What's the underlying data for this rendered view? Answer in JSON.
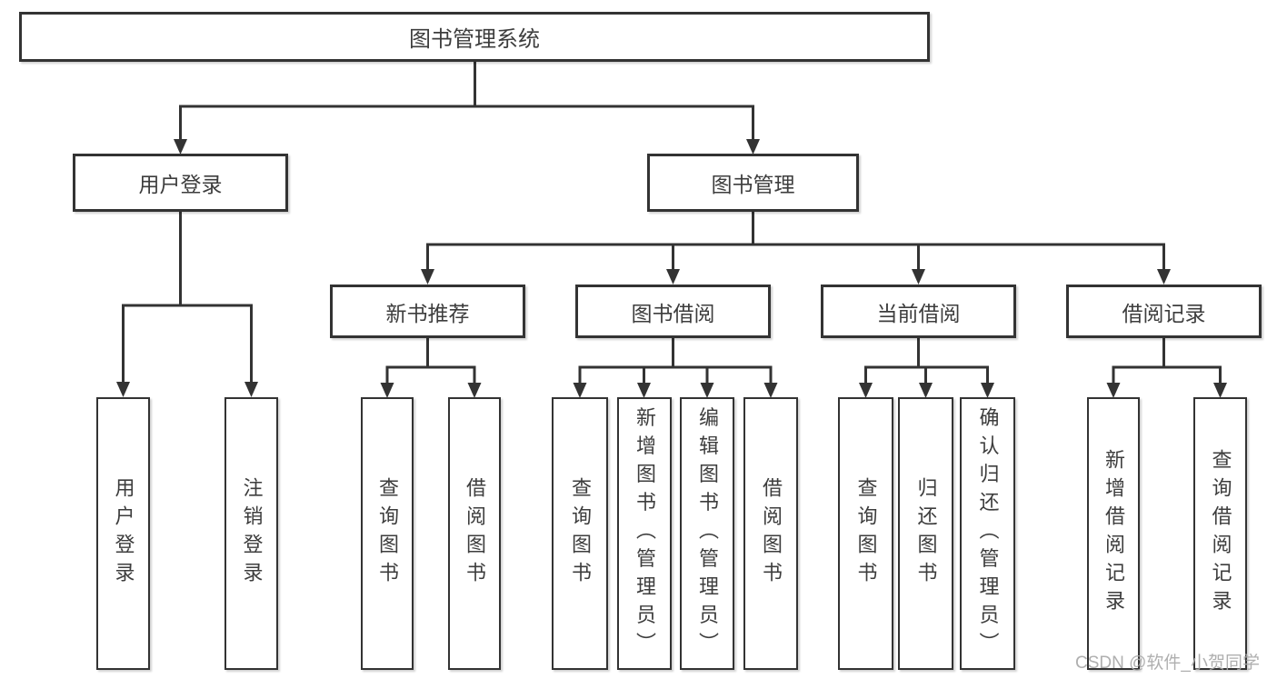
{
  "diagram": {
    "type": "hierarchy-tree",
    "colors": {
      "line": "#333333",
      "text": "#3d3d3d",
      "background": "#ffffff",
      "watermark": "#a8a8a8"
    },
    "tree": {
      "root": {
        "label": "图书管理系统",
        "children": [
          {
            "label": "用户登录",
            "children": [
              {
                "label": "用户登录"
              },
              {
                "label": "注销登录"
              }
            ]
          },
          {
            "label": "图书管理",
            "children": [
              {
                "label": "新书推荐",
                "children": [
                  {
                    "label": "查询图书"
                  },
                  {
                    "label": "借阅图书"
                  }
                ]
              },
              {
                "label": "图书借阅",
                "children": [
                  {
                    "label": "查询图书"
                  },
                  {
                    "label": "新增图书（管理员）"
                  },
                  {
                    "label": "编辑图书（管理员）"
                  },
                  {
                    "label": "借阅图书"
                  }
                ]
              },
              {
                "label": "当前借阅",
                "children": [
                  {
                    "label": "查询图书"
                  },
                  {
                    "label": "归还图书"
                  },
                  {
                    "label": "确认归还（管理员）"
                  }
                ]
              },
              {
                "label": "借阅记录",
                "children": [
                  {
                    "label": "新增借阅记录"
                  },
                  {
                    "label": "查询借阅记录"
                  }
                ]
              }
            ]
          }
        ]
      }
    },
    "watermark": {
      "text": "CSDN @软件_小贺同学"
    }
  }
}
